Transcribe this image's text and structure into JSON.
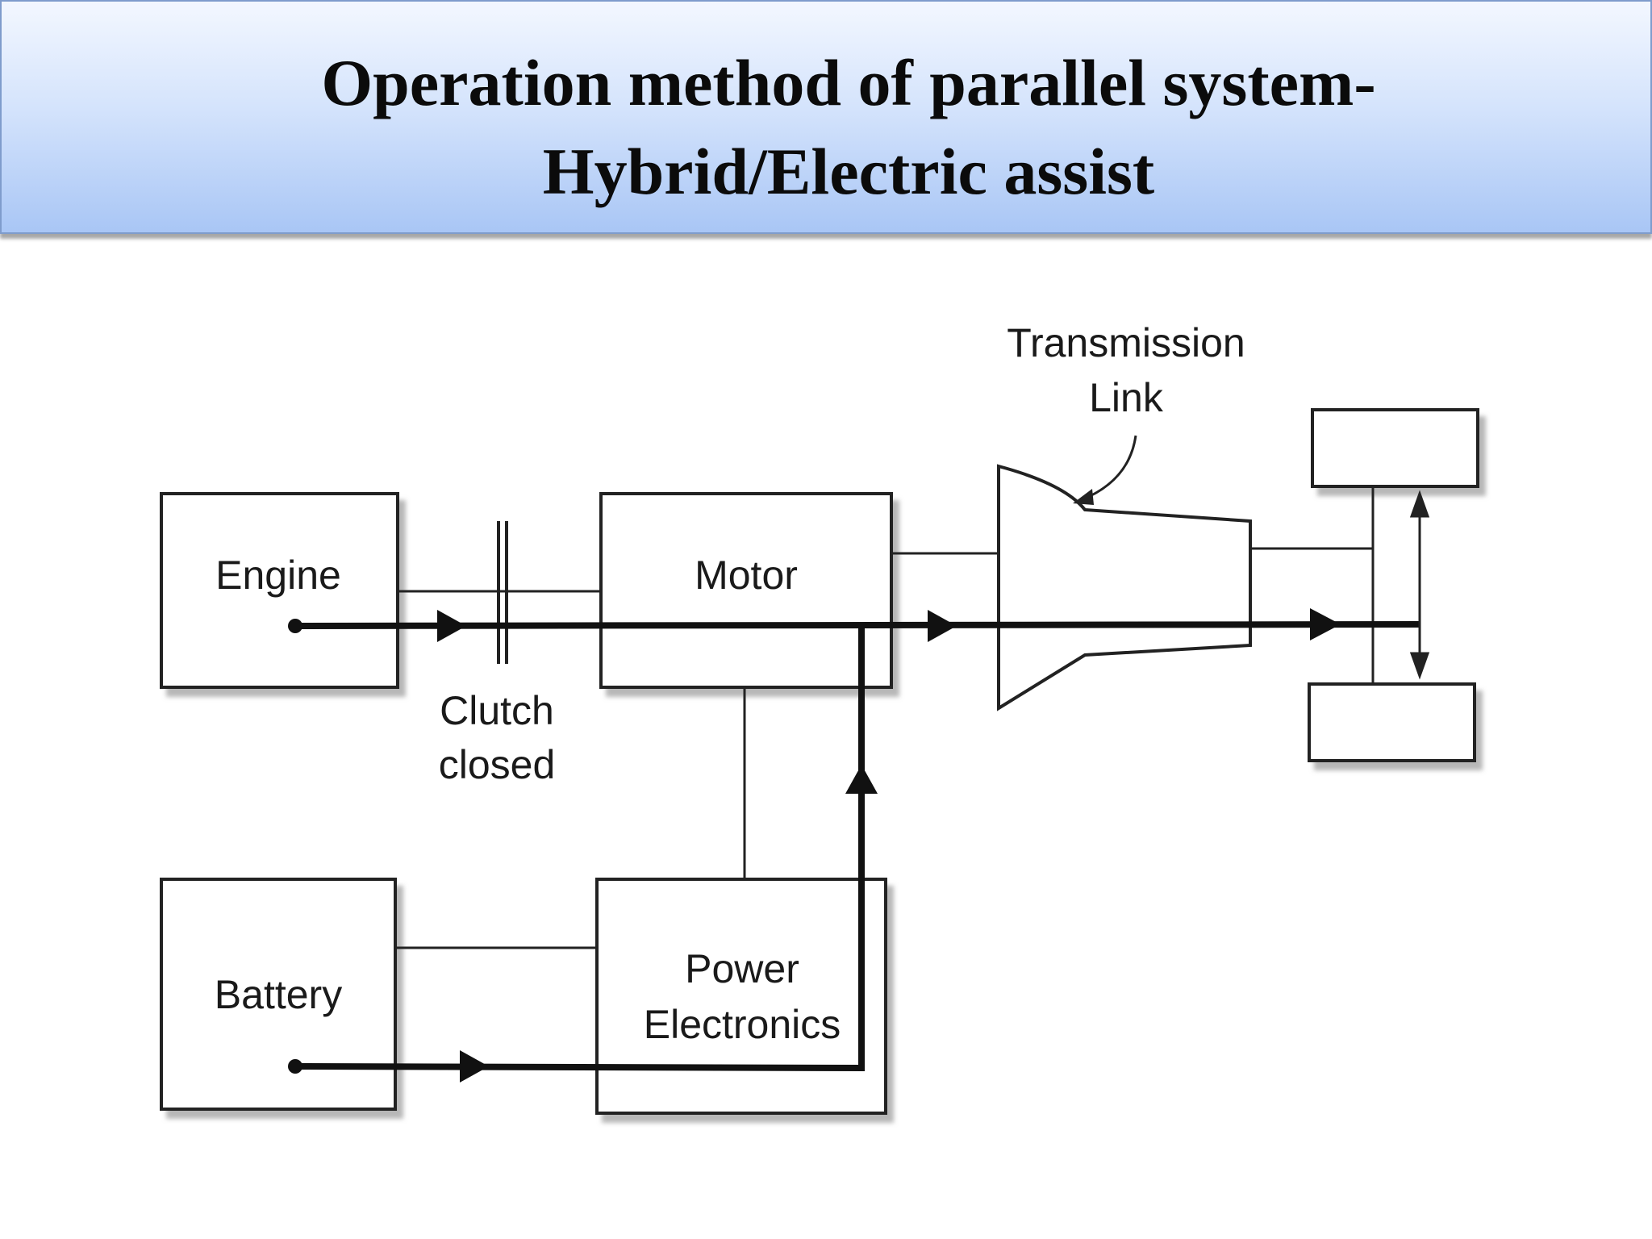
{
  "slide": {
    "title_line1": "Operation method of parallel system-",
    "title_line2": "Hybrid/Electric assist"
  },
  "diagram": {
    "engine": "Engine",
    "motor": "Motor",
    "battery": "Battery",
    "power_electronics_line1": "Power",
    "power_electronics_line2": "Electronics",
    "clutch_line1": "Clutch",
    "clutch_line2": "closed",
    "transmission_line1": "Transmission",
    "transmission_line2": "Link"
  }
}
